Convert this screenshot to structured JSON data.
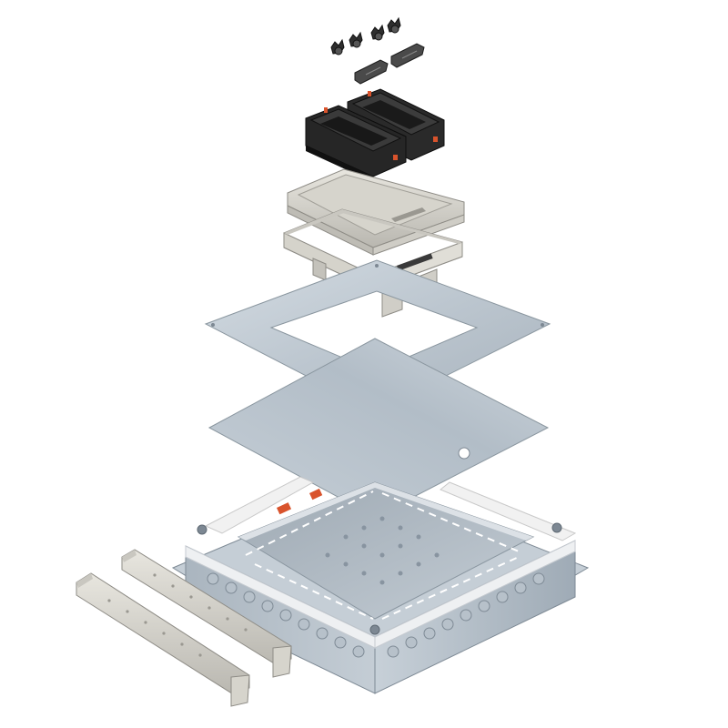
{
  "figure": {
    "background": "#ffffff",
    "colors": {
      "galvanized_light": "#c9d2da",
      "galvanized_mid": "#a9b5c0",
      "galvanized_dark": "#7f8d99",
      "stainless": "#d8d6cf",
      "stainless_dark": "#a8a69e",
      "insert_black": "#2b2b2b",
      "accent_red": "#d9532c",
      "insulation_white": "#f2f2f2"
    },
    "components": [
      "cable-glands",
      "cover-clips",
      "device-inserts",
      "stainless-cover-frame",
      "stainless-levelling-frame",
      "galvanized-cover-plate-with-cutout",
      "galvanized-blank-plate",
      "underfloor-box",
      "adjustment-rails"
    ]
  }
}
